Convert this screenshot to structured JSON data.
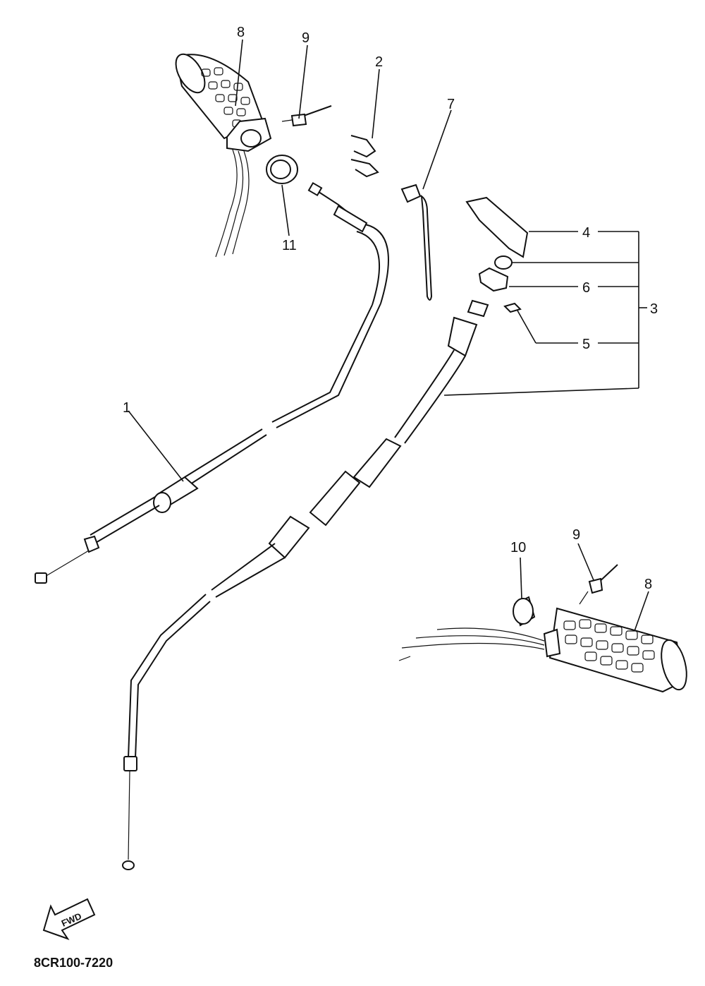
{
  "diagram_code": "8CR100-7220",
  "direction_arrow": "FWD",
  "callouts": {
    "c1": "1",
    "c2": "2",
    "c3": "3",
    "c4": "4",
    "c5": "5",
    "c6": "6",
    "c7": "7",
    "c8_left": "8",
    "c8_right": "8",
    "c9_left": "9",
    "c9_right": "9",
    "c10": "10",
    "c11": "11"
  }
}
